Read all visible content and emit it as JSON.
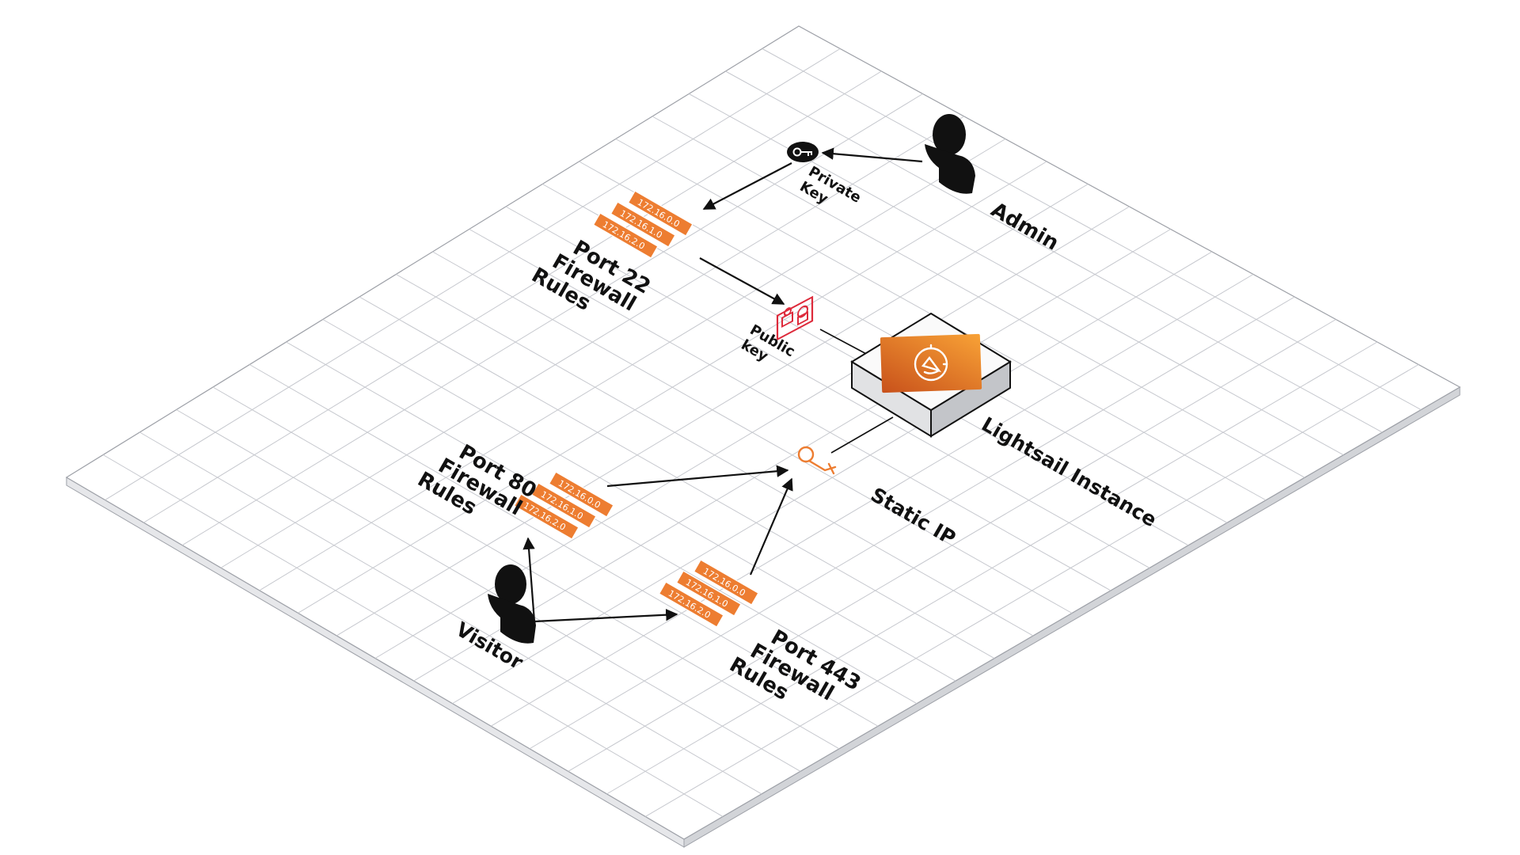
{
  "diagram": {
    "actors": {
      "admin": {
        "label": "Admin",
        "icon": "user-icon"
      },
      "visitor": {
        "label": "Visitor",
        "icon": "user-icon"
      }
    },
    "nodes": {
      "private_key": {
        "label_line1": "Private",
        "label_line2": "Key",
        "icon": "key-icon"
      },
      "public_key": {
        "label_line1": "Public",
        "label_line2": "key",
        "icon": "certificate-lock-icon"
      },
      "lightsail": {
        "label": "Lightsail Instance",
        "icon": "lightsail-icon"
      },
      "static_ip": {
        "label": "Static IP",
        "icon": "elastic-ip-icon"
      }
    },
    "firewall_rules": {
      "port22": {
        "line1": "Port 22",
        "line2": "Firewall",
        "line3": "Rules"
      },
      "port80": {
        "line1": "Port 80",
        "line2": "Firewall",
        "line3": "Rules"
      },
      "port443": {
        "line1": "Port 443",
        "line2": "Firewall",
        "line3": "Rules"
      },
      "ip_ranges": [
        "172.16.0.0",
        "172.16.1.0",
        "172.16.2.0"
      ]
    },
    "colors": {
      "aws_orange": "#ed7d31",
      "lightsail_orange": "#f38b1d",
      "security_red": "#dd2a3b",
      "grid_line": "#c6c8ce",
      "arrow": "#111111"
    }
  }
}
